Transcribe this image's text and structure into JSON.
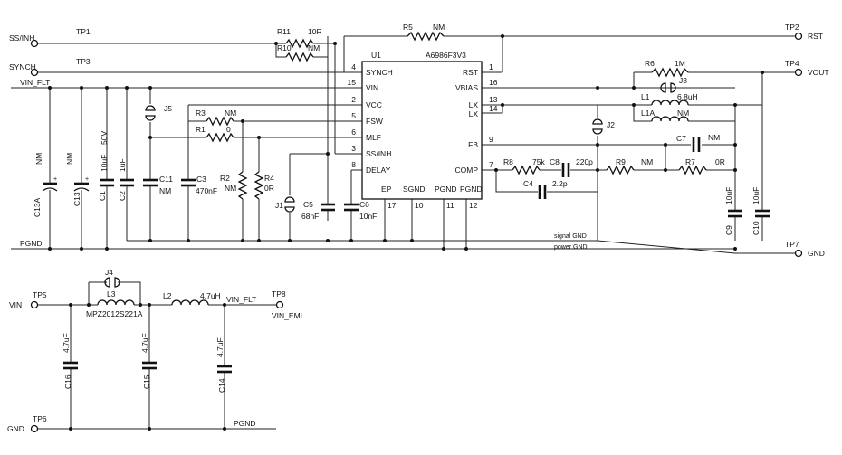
{
  "testpoints": {
    "tp1": {
      "id": "TP1",
      "net": "SS/INH"
    },
    "tp2": {
      "id": "TP2",
      "net": "RST"
    },
    "tp3": {
      "id": "TP3",
      "net": "SYNCH"
    },
    "tp4": {
      "id": "TP4",
      "net": "VOUT"
    },
    "tp5": {
      "id": "TP5",
      "net": "VIN"
    },
    "tp6": {
      "id": "TP6",
      "net": "GND"
    },
    "tp7": {
      "id": "TP7",
      "net": "GND"
    },
    "tp8": {
      "id": "TP8",
      "net": "VIN_EMI"
    }
  },
  "nets": {
    "vin_flt": "VIN_FLT",
    "pgnd": "PGND",
    "signal_gnd": "signal GND",
    "power_gnd": "power GND"
  },
  "ic": {
    "ref": "U1",
    "part": "A6986F3V3",
    "left_pins": [
      {
        "num": "4",
        "name": "SYNCH"
      },
      {
        "num": "15",
        "name": "VIN"
      },
      {
        "num": "2",
        "name": "VCC"
      },
      {
        "num": "5",
        "name": "FSW"
      },
      {
        "num": "6",
        "name": "MLF"
      },
      {
        "num": "3",
        "name": "SS/INH"
      },
      {
        "num": "8",
        "name": "DELAY"
      }
    ],
    "right_pins": [
      {
        "num": "1",
        "name": "RST"
      },
      {
        "num": "16",
        "name": "VBIAS"
      },
      {
        "num": "13",
        "name": "LX"
      },
      {
        "num": "14",
        "name": "LX"
      },
      {
        "num": "9",
        "name": "FB"
      },
      {
        "num": "7",
        "name": "COMP"
      }
    ],
    "bottom_pins": [
      {
        "num": "17",
        "name": "EP"
      },
      {
        "num": "10",
        "name": "SGND"
      },
      {
        "num": "11",
        "name": "PGND"
      },
      {
        "num": "12",
        "name": "PGND"
      }
    ]
  },
  "components": {
    "r11": {
      "ref": "R11",
      "value": "10R"
    },
    "r10": {
      "ref": "R10",
      "value": "NM"
    },
    "r5": {
      "ref": "R5",
      "value": "NM"
    },
    "r6": {
      "ref": "R6",
      "value": "1M"
    },
    "j3": {
      "ref": "J3"
    },
    "l1": {
      "ref": "L1",
      "value": "6.8uH"
    },
    "l1a": {
      "ref": "L1A",
      "value": "NM"
    },
    "j2": {
      "ref": "J2"
    },
    "c7": {
      "ref": "C7",
      "value": "NM"
    },
    "r8": {
      "ref": "R8",
      "value": "75k"
    },
    "c8": {
      "ref": "C8",
      "value": "220p"
    },
    "c4": {
      "ref": "C4",
      "value": "2.2p"
    },
    "r9": {
      "ref": "R9",
      "value": "NM"
    },
    "r7": {
      "ref": "R7",
      "value": "0R"
    },
    "c9": {
      "ref": "C9",
      "value": "10uF"
    },
    "c10": {
      "ref": "C10",
      "value": "10uF"
    },
    "j5": {
      "ref": "J5"
    },
    "r3": {
      "ref": "R3",
      "value": "NM"
    },
    "r1": {
      "ref": "R1",
      "value": "0"
    },
    "c13a": {
      "ref": "C13A",
      "value": "NM"
    },
    "c13": {
      "ref": "C13",
      "value": "NM"
    },
    "c1": {
      "ref": "C1",
      "value": "10uF",
      "rating": "50V"
    },
    "c2": {
      "ref": "C2",
      "value": "1uF"
    },
    "c11": {
      "ref": "C11",
      "value": "NM"
    },
    "c3": {
      "ref": "C3",
      "value": "470nF"
    },
    "r2": {
      "ref": "R2",
      "value": "NM"
    },
    "r4": {
      "ref": "R4",
      "value": "0R"
    },
    "j1": {
      "ref": "J1"
    },
    "c5": {
      "ref": "C5",
      "value": "68nF"
    },
    "c6": {
      "ref": "C6",
      "value": "10nF"
    },
    "j4": {
      "ref": "J4"
    },
    "l3": {
      "ref": "L3",
      "value": "MPZ2012S221A"
    },
    "l2": {
      "ref": "L2",
      "value": "4.7uH"
    },
    "c16": {
      "ref": "C16",
      "value": "4.7uF"
    },
    "c15": {
      "ref": "C15",
      "value": "4.7uF"
    },
    "c14": {
      "ref": "C14",
      "value": "4.7uF"
    }
  }
}
